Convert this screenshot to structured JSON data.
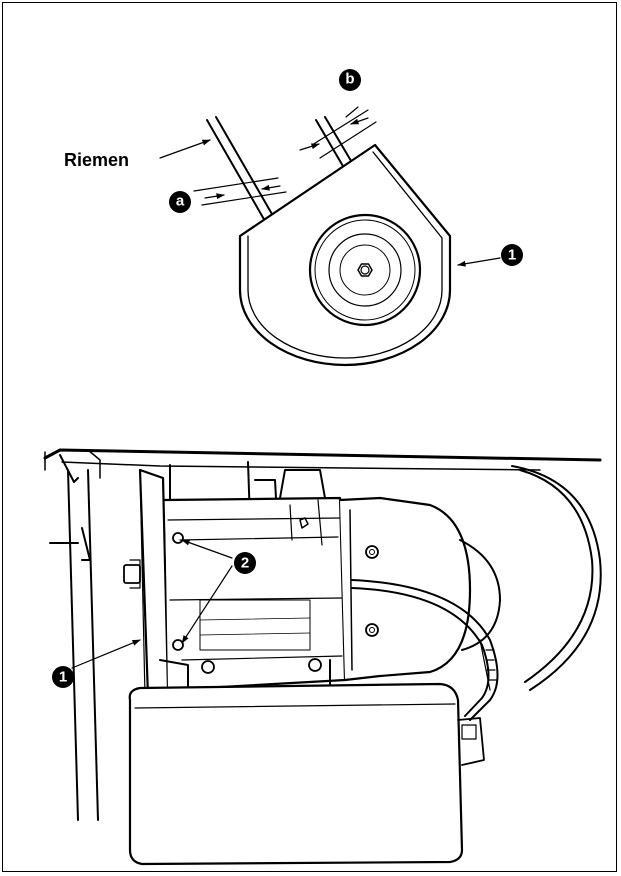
{
  "top_figure": {
    "belt_label": "Riemen",
    "callout_a": "a",
    "callout_b": "b",
    "callout_1": "1"
  },
  "bottom_figure": {
    "callout_1": "1",
    "callout_2": "2"
  },
  "colors": {
    "ink": "#000000",
    "paper": "#ffffff"
  }
}
